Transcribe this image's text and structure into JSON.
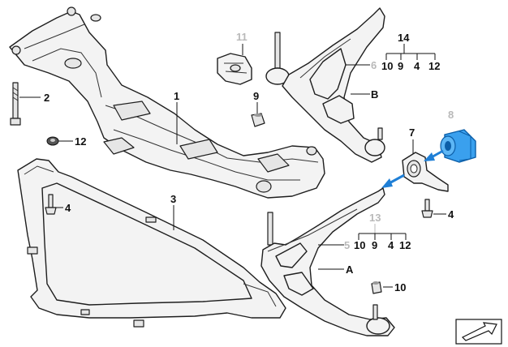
{
  "labels": {
    "subframe": "1",
    "bolt_left": "2",
    "brace": "3",
    "bolt_small_left": "4",
    "bolt_small_right": "4",
    "nut_upper_grey": "8",
    "bushing_label": "8",
    "nut_9": "9",
    "clip_11": "11",
    "nut_12": "12",
    "nut_10": "10",
    "bushing_7": "7",
    "upper_group": "14",
    "lower_group": "13",
    "arm_b": "B",
    "arm_a": "A",
    "arm_b_grey": "6",
    "arm_a_grey": "5"
  },
  "group_items": {
    "upper": [
      "10",
      "9",
      "4",
      "12"
    ],
    "lower": [
      "10",
      "9",
      "4",
      "12"
    ]
  },
  "colors": {
    "highlight_part": "#1e90ff",
    "highlight_part_fill": "#3aa0ee",
    "arrow": "#1f7fd6",
    "muted_label": "#b9b9b9",
    "ink": "#111111"
  },
  "icons": {
    "orientation": "direction-arrow-icon"
  }
}
